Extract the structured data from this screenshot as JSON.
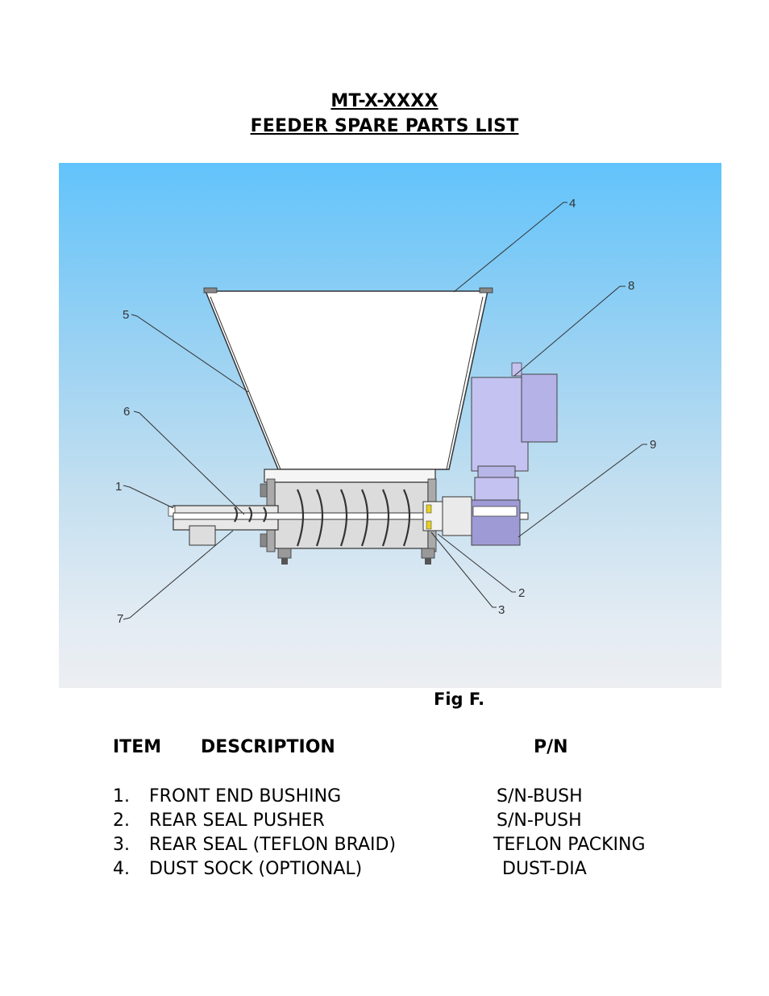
{
  "title": {
    "line1": "MT-X-XXXX",
    "line2": "FEEDER SPARE PARTS LIST"
  },
  "figure": {
    "caption": "Fig F.",
    "callouts": [
      "1",
      "2",
      "3",
      "4",
      "5",
      "6",
      "7",
      "8",
      "9"
    ],
    "colors": {
      "sky_top": "#62c3fb",
      "sky_bottom": "#eceef2",
      "motor": "#c4c2f0",
      "hopper": "#ffffff"
    }
  },
  "table": {
    "headers": {
      "item": "ITEM",
      "description": "DESCRIPTION",
      "pn": "P/N"
    },
    "rows": [
      {
        "num": "1.",
        "description": "FRONT END BUSHING",
        "pn": "S/N-BUSH"
      },
      {
        "num": "2.",
        "description": "REAR SEAL PUSHER",
        "pn": "S/N-PUSH"
      },
      {
        "num": "3.",
        "description": "REAR SEAL (TEFLON BRAID)",
        "pn": "TEFLON PACKING"
      },
      {
        "num": "4.",
        "description": "DUST SOCK (OPTIONAL)",
        "pn": "DUST-DIA"
      }
    ]
  }
}
